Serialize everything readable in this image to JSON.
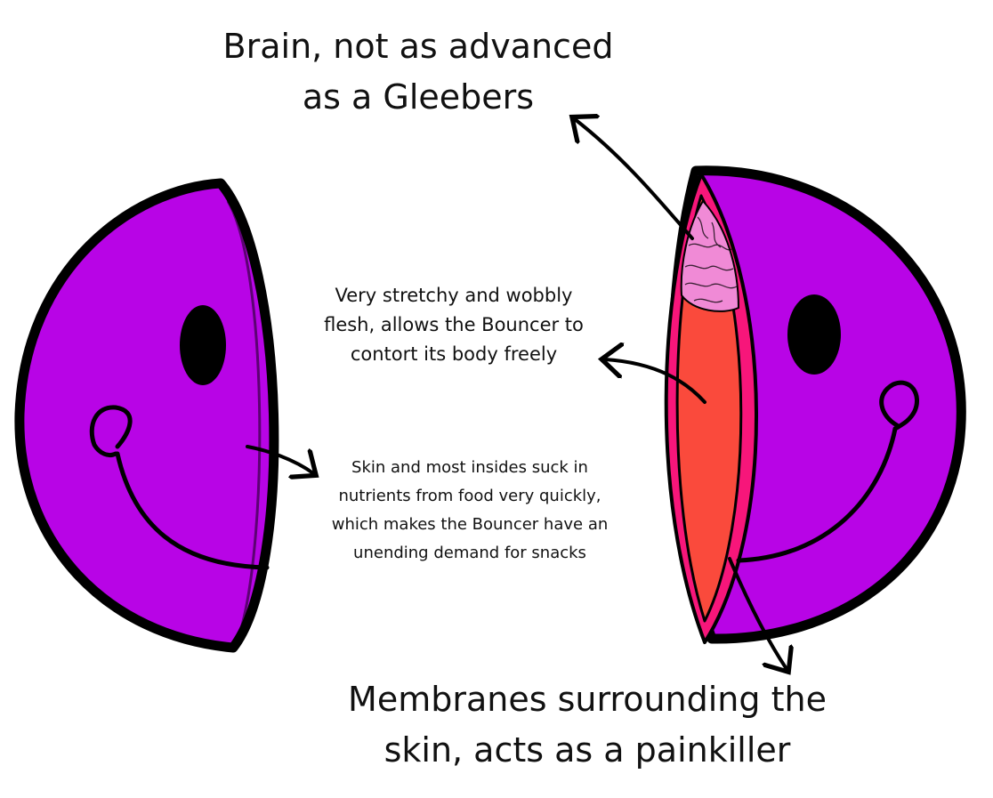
{
  "labels": {
    "brain": "Brain, not as advanced\nas a Gleebers",
    "flesh": "Very stretchy and wobbly\nflesh, allows the Bouncer to\ncontort its body freely",
    "skin": "Skin and most insides suck in\nnutrients from food very quickly,\nwhich makes the Bouncer have an\nunending demand for snacks",
    "membrane": "Membranes surrounding the\nskin, acts as a painkiller"
  },
  "colors": {
    "skin": "#b804e6",
    "outline": "#000000",
    "membrane": "#f7167a",
    "flesh": "#fa4a3c",
    "brain": "#f08ad6",
    "eye": "#000000",
    "background": "#ffffff"
  }
}
